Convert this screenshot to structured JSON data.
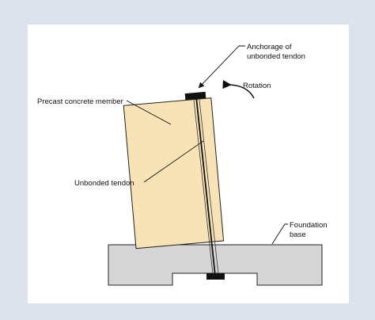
{
  "diagram": {
    "labels": {
      "anchorage_line1": "Anchorage of",
      "anchorage_line2": "unbonded tendon",
      "rotation": "Rotation",
      "precast": "Precast concrete member",
      "tendon": "Unbonded tendon",
      "foundation_line1": "Foundation",
      "foundation_line2": "base"
    },
    "colors": {
      "background": "#dde3ec",
      "panel": "#ffffff",
      "member_fill": "#f7e3b6",
      "foundation_fill": "#d6d6d6",
      "anchor_fill": "#111111",
      "line": "#111111"
    }
  }
}
